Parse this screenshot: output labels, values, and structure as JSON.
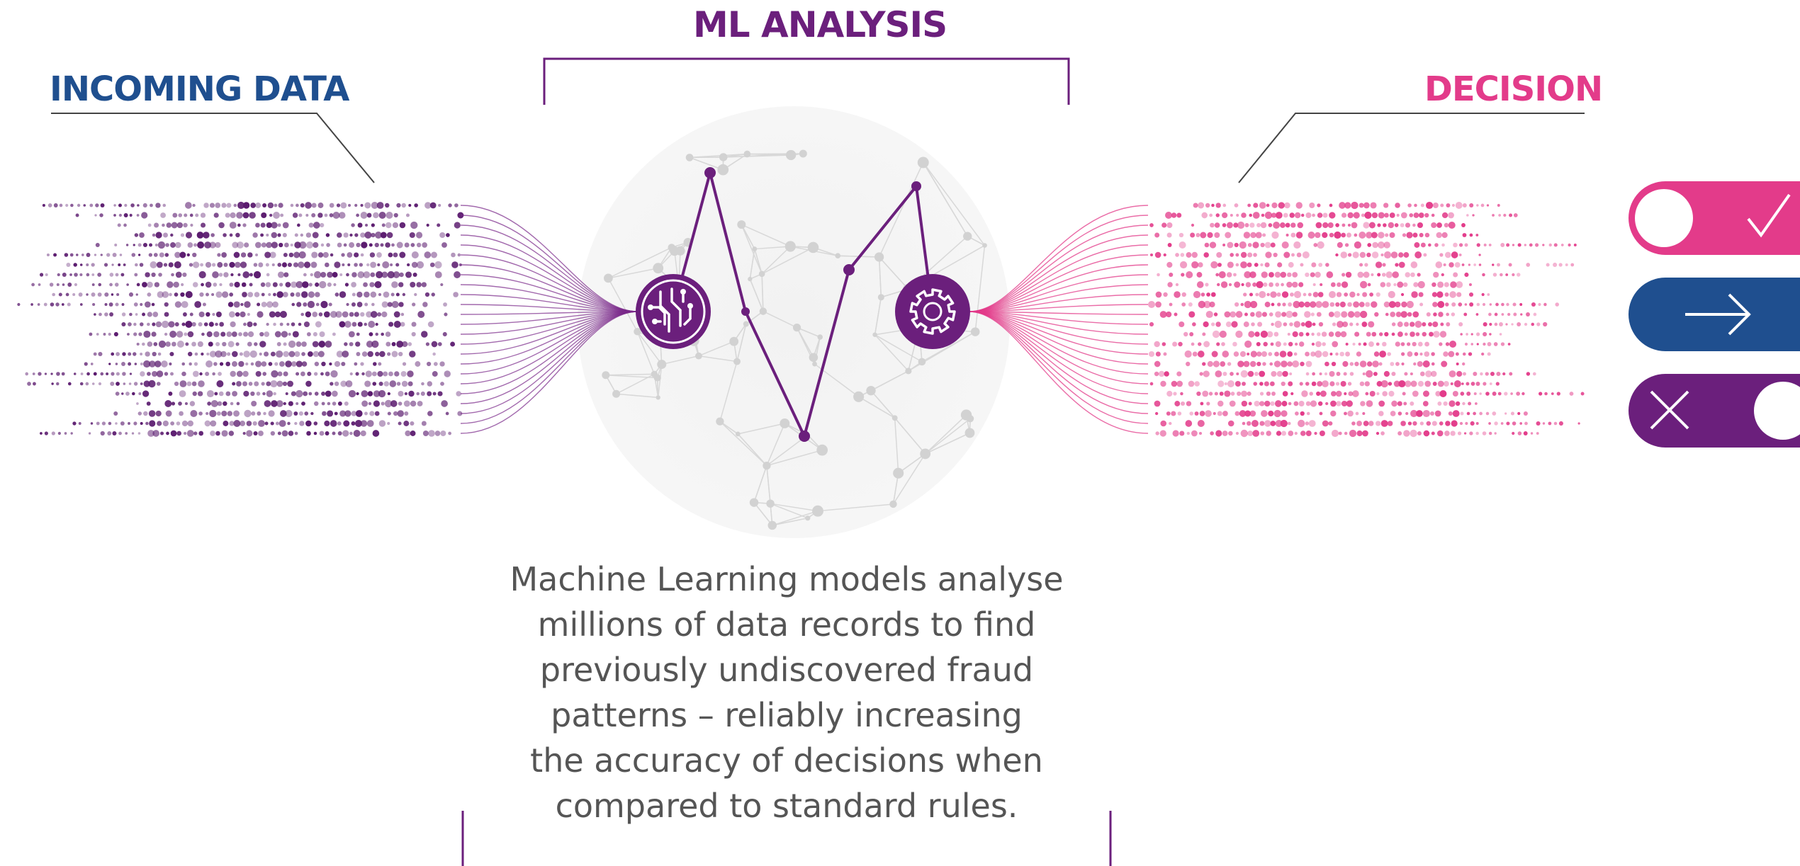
{
  "titles": {
    "ml_analysis": "ML ANALYSIS",
    "incoming_data": "INCOMING DATA",
    "decision": "DECISION"
  },
  "caption": {
    "lines": [
      "Machine Learning models analyse",
      "millions of data records to find",
      "previously undiscovered fraud",
      "patterns – reliably increasing",
      "the accuracy of decisions when",
      "compared to standard rules."
    ]
  },
  "nodes": {
    "left_icon": "circuit-brain-icon",
    "right_icon": "gear-icon"
  },
  "decisions": [
    {
      "name": "approve",
      "icon": "checkmark-icon",
      "color": "#e33b8a"
    },
    {
      "name": "forward",
      "icon": "arrow-right-icon",
      "color": "#1f4f8f"
    },
    {
      "name": "reject",
      "icon": "cross-icon",
      "color": "#6b1f7c"
    }
  ],
  "colors": {
    "incoming": "#5a1a6e",
    "ml": "#6b1f7c",
    "decision": "#e33b8a",
    "caption": "#555555"
  }
}
